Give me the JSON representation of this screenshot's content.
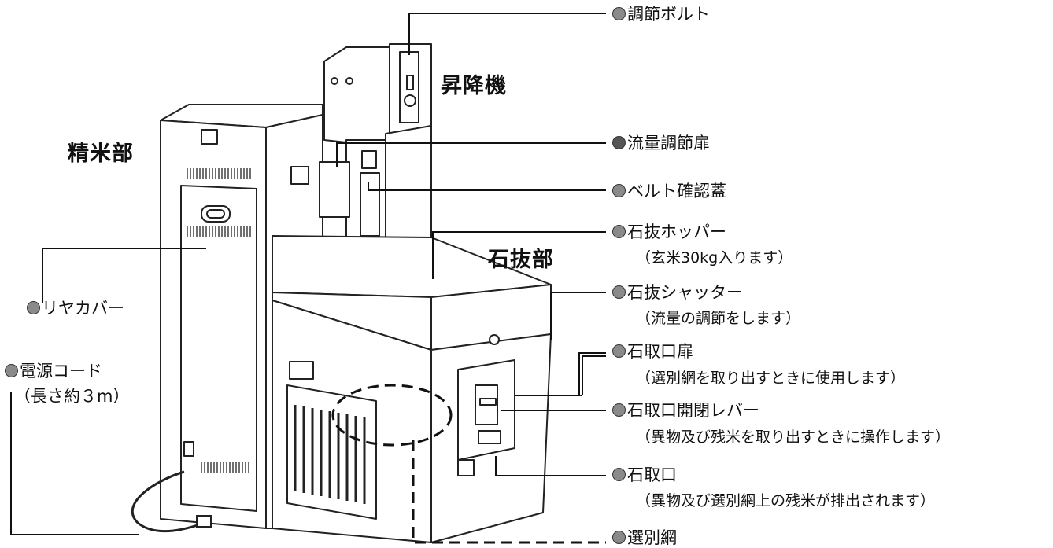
{
  "sections": {
    "seimai": "精米部",
    "shokoki": "昇降機",
    "ishinuki": "石抜部"
  },
  "callouts": {
    "chosetsu_bolt": "調節ボルト",
    "ryuryo_tobira": "流量調節扉",
    "belt_futa": "ベルト確認蓋",
    "ishinuki_hopper": "石抜ホッパー",
    "ishinuki_hopper_note": "（玄米30kg入ります）",
    "ishinuki_shutter": "石抜シャッター",
    "ishinuki_shutter_note": "（流量の調節をします）",
    "ishitoriguchi_tobira": "石取口扉",
    "ishitoriguchi_tobira_note": "（選別網を取り出すときに使用します）",
    "kaihei_lever": "石取口開閉レバー",
    "kaihei_lever_note": "（異物及び残米を取り出すときに操作します）",
    "ishitoriguchi": "石取口",
    "ishitoriguchi_note": "（異物及び選別網上の残米が排出されます）",
    "senbetsumou": "選別網",
    "rear_cover": "リヤカバー",
    "power_cord": "電源コード",
    "power_cord_note": "（長さ約３m）"
  },
  "colors": {
    "line": "#111111",
    "dot": "#8a8a8a",
    "dot_dark": "#555555"
  }
}
